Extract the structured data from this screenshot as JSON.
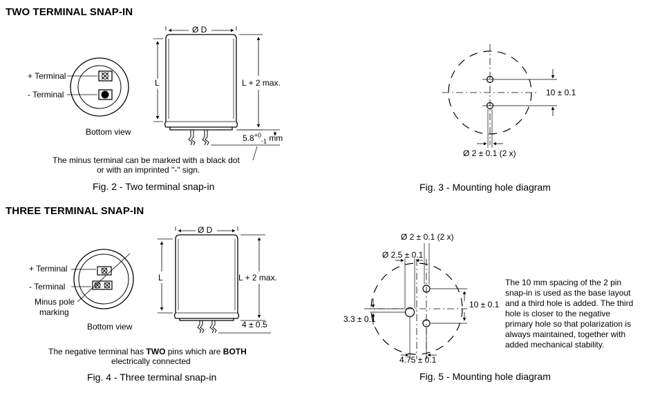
{
  "sections": {
    "two": {
      "heading": "TWO TERMINAL SNAP-IN"
    },
    "three": {
      "heading": "THREE TERMINAL SNAP-IN"
    }
  },
  "fig2": {
    "plus_terminal": "+ Terminal",
    "minus_terminal": "- Terminal",
    "bottom_view": "Bottom view",
    "dim_d": "Ø D",
    "dim_l": "L",
    "dim_lmax": "L + 2 max.",
    "dim_pin": "5.8",
    "dim_pin_sup": "+0",
    "dim_pin_sub": "-1",
    "dim_pin_unit": "mm",
    "note_line1": "The minus terminal can be marked with a black dot",
    "note_line2": "or with an imprinted \"-\" sign.",
    "caption": "Fig. 2 - Two terminal snap-in"
  },
  "fig3": {
    "spacing": "10 ± 0.1",
    "hole": "Ø 2 ± 0.1 (2 x)",
    "caption": "Fig. 3 - Mounting hole diagram"
  },
  "fig4": {
    "plus_terminal": "+ Terminal",
    "minus_terminal": "- Terminal",
    "minus_pole_line1": "Minus pole",
    "minus_pole_line2": "marking",
    "bottom_view": "Bottom view",
    "dim_d": "Ø D",
    "dim_l": "L",
    "dim_lmax": "L + 2 max.",
    "dim_pin": "4 ± 0.5",
    "note_pre": "The negative terminal has ",
    "note_b1": "TWO",
    "note_mid": " pins which are ",
    "note_b2": "BOTH",
    "note_line2": "electrically connected",
    "caption": "Fig. 4 - Three terminal snap-in"
  },
  "fig5": {
    "hole": "Ø 2 ± 0.1 (2 x)",
    "hole_big": "Ø 2.5 ± 0.1",
    "spacing": "10 ± 0.1",
    "offset_v": "3.3 ± 0.1",
    "offset_h": "4.75 ± 0.1",
    "note": "The 10 mm spacing of the 2 pin snap-in is used as the base layout and a third hole is added. The third hole is closer to the negative primary hole so that polarization is always maintained, together with added mechanical stability.",
    "caption": "Fig. 5 - Mounting hole diagram"
  }
}
